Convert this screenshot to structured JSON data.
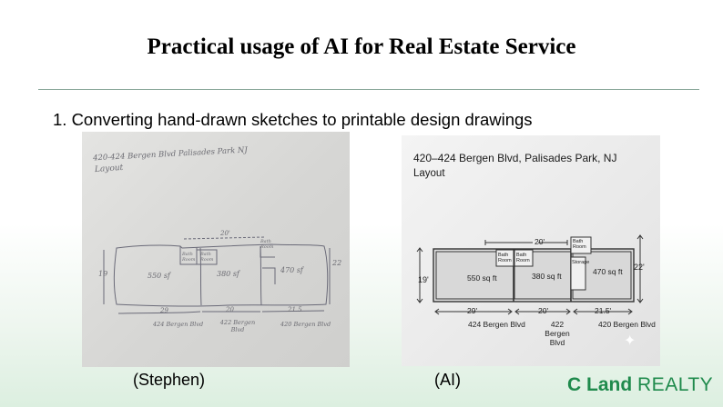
{
  "slide": {
    "title": "Practical usage of AI for Real Estate Service",
    "bullet": "1. Converting hand-drawn sketches to printable design drawings"
  },
  "sketch": {
    "title_line1": "420-424 Bergen Blvd Palisades Park NJ",
    "title_line2": "Layout",
    "dim_left": "19",
    "dim_right": "22",
    "dim_top_mid": "20'",
    "bath1": "Bath Room",
    "bath2": "Bath Room",
    "bath3": "Bath Room",
    "area1": "550 sf",
    "area2": "380 sf",
    "area3": "470 sf",
    "dim_b1": "29",
    "dim_b2": "20",
    "dim_b3": "21.5",
    "addr1": "424 Bergen Blvd",
    "addr2": "422 Bergen Blvd",
    "addr3": "420 Bergen Blvd"
  },
  "ai": {
    "title_line1": "420–424 Bergen Blvd, Palisades Park, NJ",
    "title_line2": "Layout",
    "dim_top": "20'",
    "dim_left": "19'",
    "dim_right": "22'",
    "bath1": "Bath Room",
    "bath2": "Bath Room",
    "bath3": "Bath Room",
    "storage": "Storage",
    "area1": "550 sq ft",
    "area2": "380 sq ft",
    "area3": "470 sq ft",
    "dim_b1": "29'",
    "dim_b2": "20'",
    "dim_b3": "21.5'",
    "addr1": "424 Bergen Blvd",
    "addr2": "422 Bergen Blvd",
    "addr3": "420 Bergen Blvd"
  },
  "captions": {
    "left": "(Stephen)",
    "right": "(AI)"
  },
  "logo": {
    "main": "C Land",
    "suffix": "REALTY",
    "color": "#1f8a4c"
  }
}
